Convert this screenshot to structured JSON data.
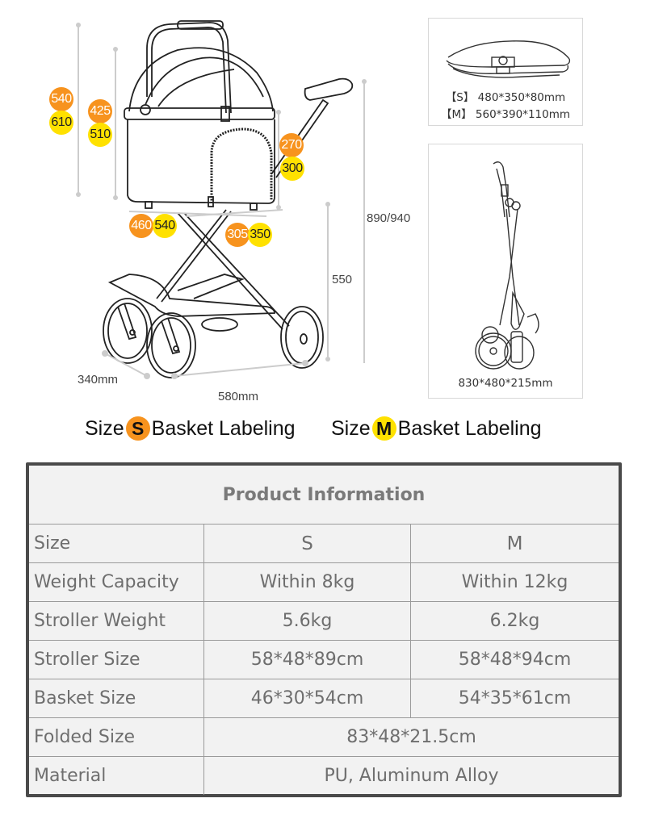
{
  "diagram": {
    "height_badges": {
      "overall_canopy": {
        "s": "540",
        "m": "610"
      },
      "basket_height": {
        "s": "425",
        "m": "510"
      },
      "basket_width": {
        "s": "270",
        "m": "300"
      },
      "basket_length": {
        "s": "460",
        "m": "540"
      },
      "basket_depth": {
        "s": "305",
        "m": "350"
      }
    },
    "dimensions": {
      "total_height": "890/940",
      "seat_height": "550",
      "wheelbase_width": "340mm",
      "wheelbase_length": "580mm"
    },
    "folded_basket_panel": {
      "s_label": "【S】 480*350*80mm",
      "m_label": "【M】 560*390*110mm"
    },
    "folded_stroller_panel": {
      "caption": "830*480*215mm"
    }
  },
  "legend": {
    "s": {
      "prefix": "Size",
      "letter": "S",
      "suffix": "Basket Labeling",
      "color": "#f7931e"
    },
    "m": {
      "prefix": "Size",
      "letter": "M",
      "suffix": "Basket Labeling",
      "color": "#ffe100"
    }
  },
  "table": {
    "title": "Product Information",
    "header": {
      "label": "Size",
      "s": "S",
      "m": "M"
    },
    "rows": [
      {
        "label": "Weight Capacity",
        "s": "Within 8kg",
        "m": "Within 12kg"
      },
      {
        "label": "Stroller Weight",
        "s": "5.6kg",
        "m": "6.2kg"
      },
      {
        "label": "Stroller Size",
        "s": "58*48*89cm",
        "m": "58*48*94cm"
      },
      {
        "label": "Basket Size",
        "s": "46*30*54cm",
        "m": "54*35*61cm"
      }
    ],
    "merged_rows": [
      {
        "label": "Folded Size",
        "value": "83*48*21.5cm"
      },
      {
        "label": "Material",
        "value": "PU, Aluminum Alloy"
      }
    ]
  }
}
